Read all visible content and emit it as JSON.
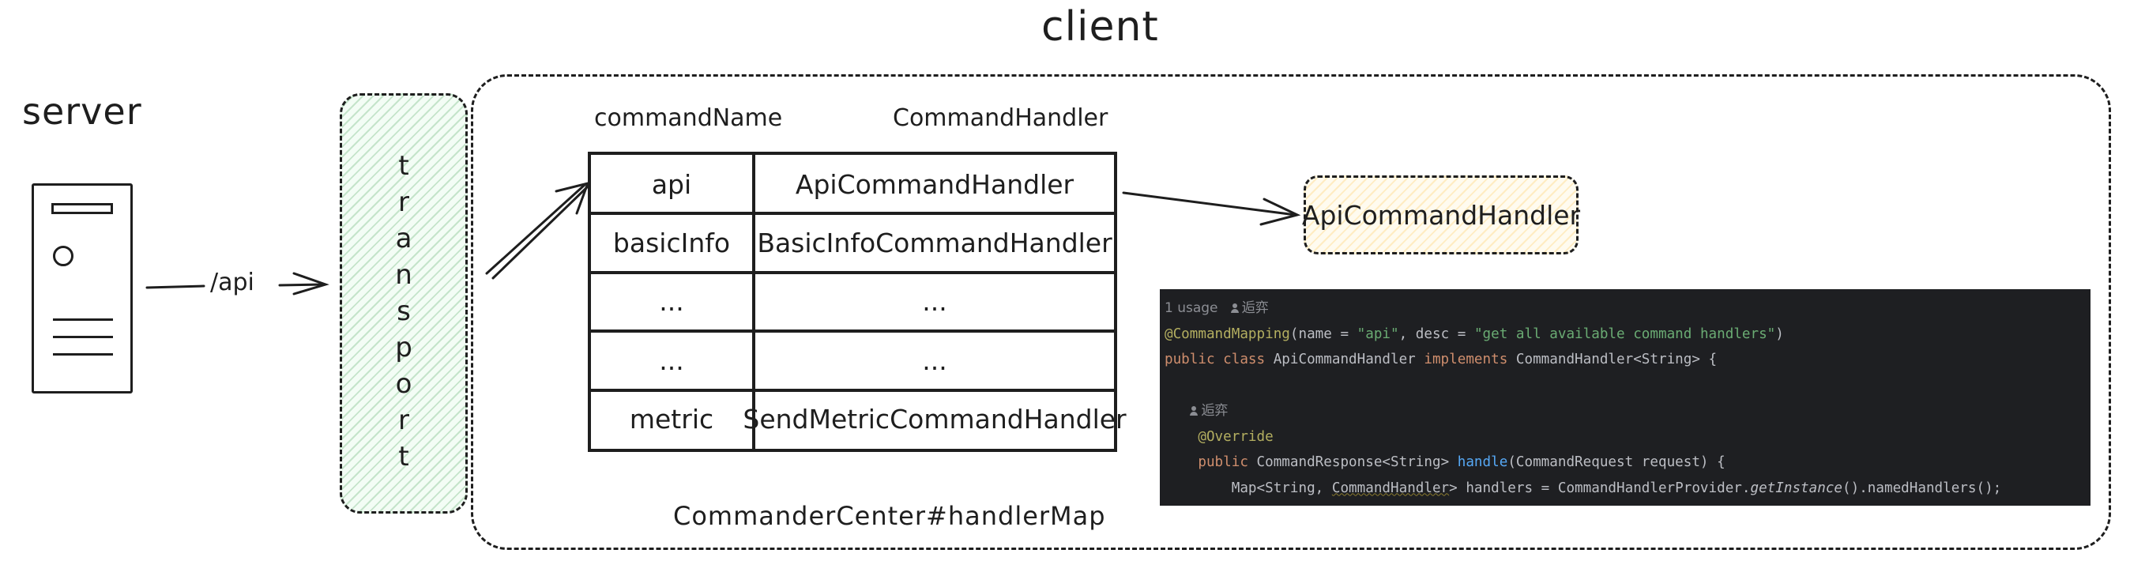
{
  "title_client": "client",
  "title_server": "server",
  "request_path": "/api",
  "transport_label": "transport",
  "map": {
    "column_key_header": "commandName",
    "column_value_header": "CommandHandler",
    "caption": "CommanderCenter#handlerMap",
    "rows": [
      {
        "key": "api",
        "value": "ApiCommandHandler"
      },
      {
        "key": "basicInfo",
        "value": "BasicInfoCommandHandler"
      },
      {
        "key": "...",
        "value": "..."
      },
      {
        "key": "...",
        "value": "..."
      },
      {
        "key": "metric",
        "value": "SendMetricCommandHandler"
      }
    ]
  },
  "resolved_handler": "ApiCommandHandler",
  "code": {
    "usage_label": "1 usage",
    "author": "逅弈",
    "line_annotation": "@CommandMapping",
    "line_annotation_args_a": "(name = ",
    "line_annotation_str_a": "\"api\"",
    "line_annotation_args_b": ", desc = ",
    "line_annotation_str_b": "\"get all available command handlers\"",
    "line_annotation_end": ")",
    "line_class_kw1": "public class ",
    "line_class_name": "ApiCommandHandler ",
    "line_class_kw2": "implements ",
    "line_class_rest": "CommandHandler<String> {",
    "override": "@Override",
    "method_kw": "public ",
    "method_type": "CommandResponse<String> ",
    "method_name": "handle",
    "method_rest": "(CommandRequest request) {",
    "body_a": "Map<String, ",
    "body_ul": "CommandHandler",
    "body_b": "> handlers = CommandHandlerProvider.",
    "body_it": "getInstance",
    "body_c": "().namedHandlers();"
  },
  "colors": {
    "transport_fill": "#ebfbee",
    "handler_fill": "#fff9db",
    "code_bg": "#1e1f22",
    "stroke": "#1e1e1e"
  }
}
